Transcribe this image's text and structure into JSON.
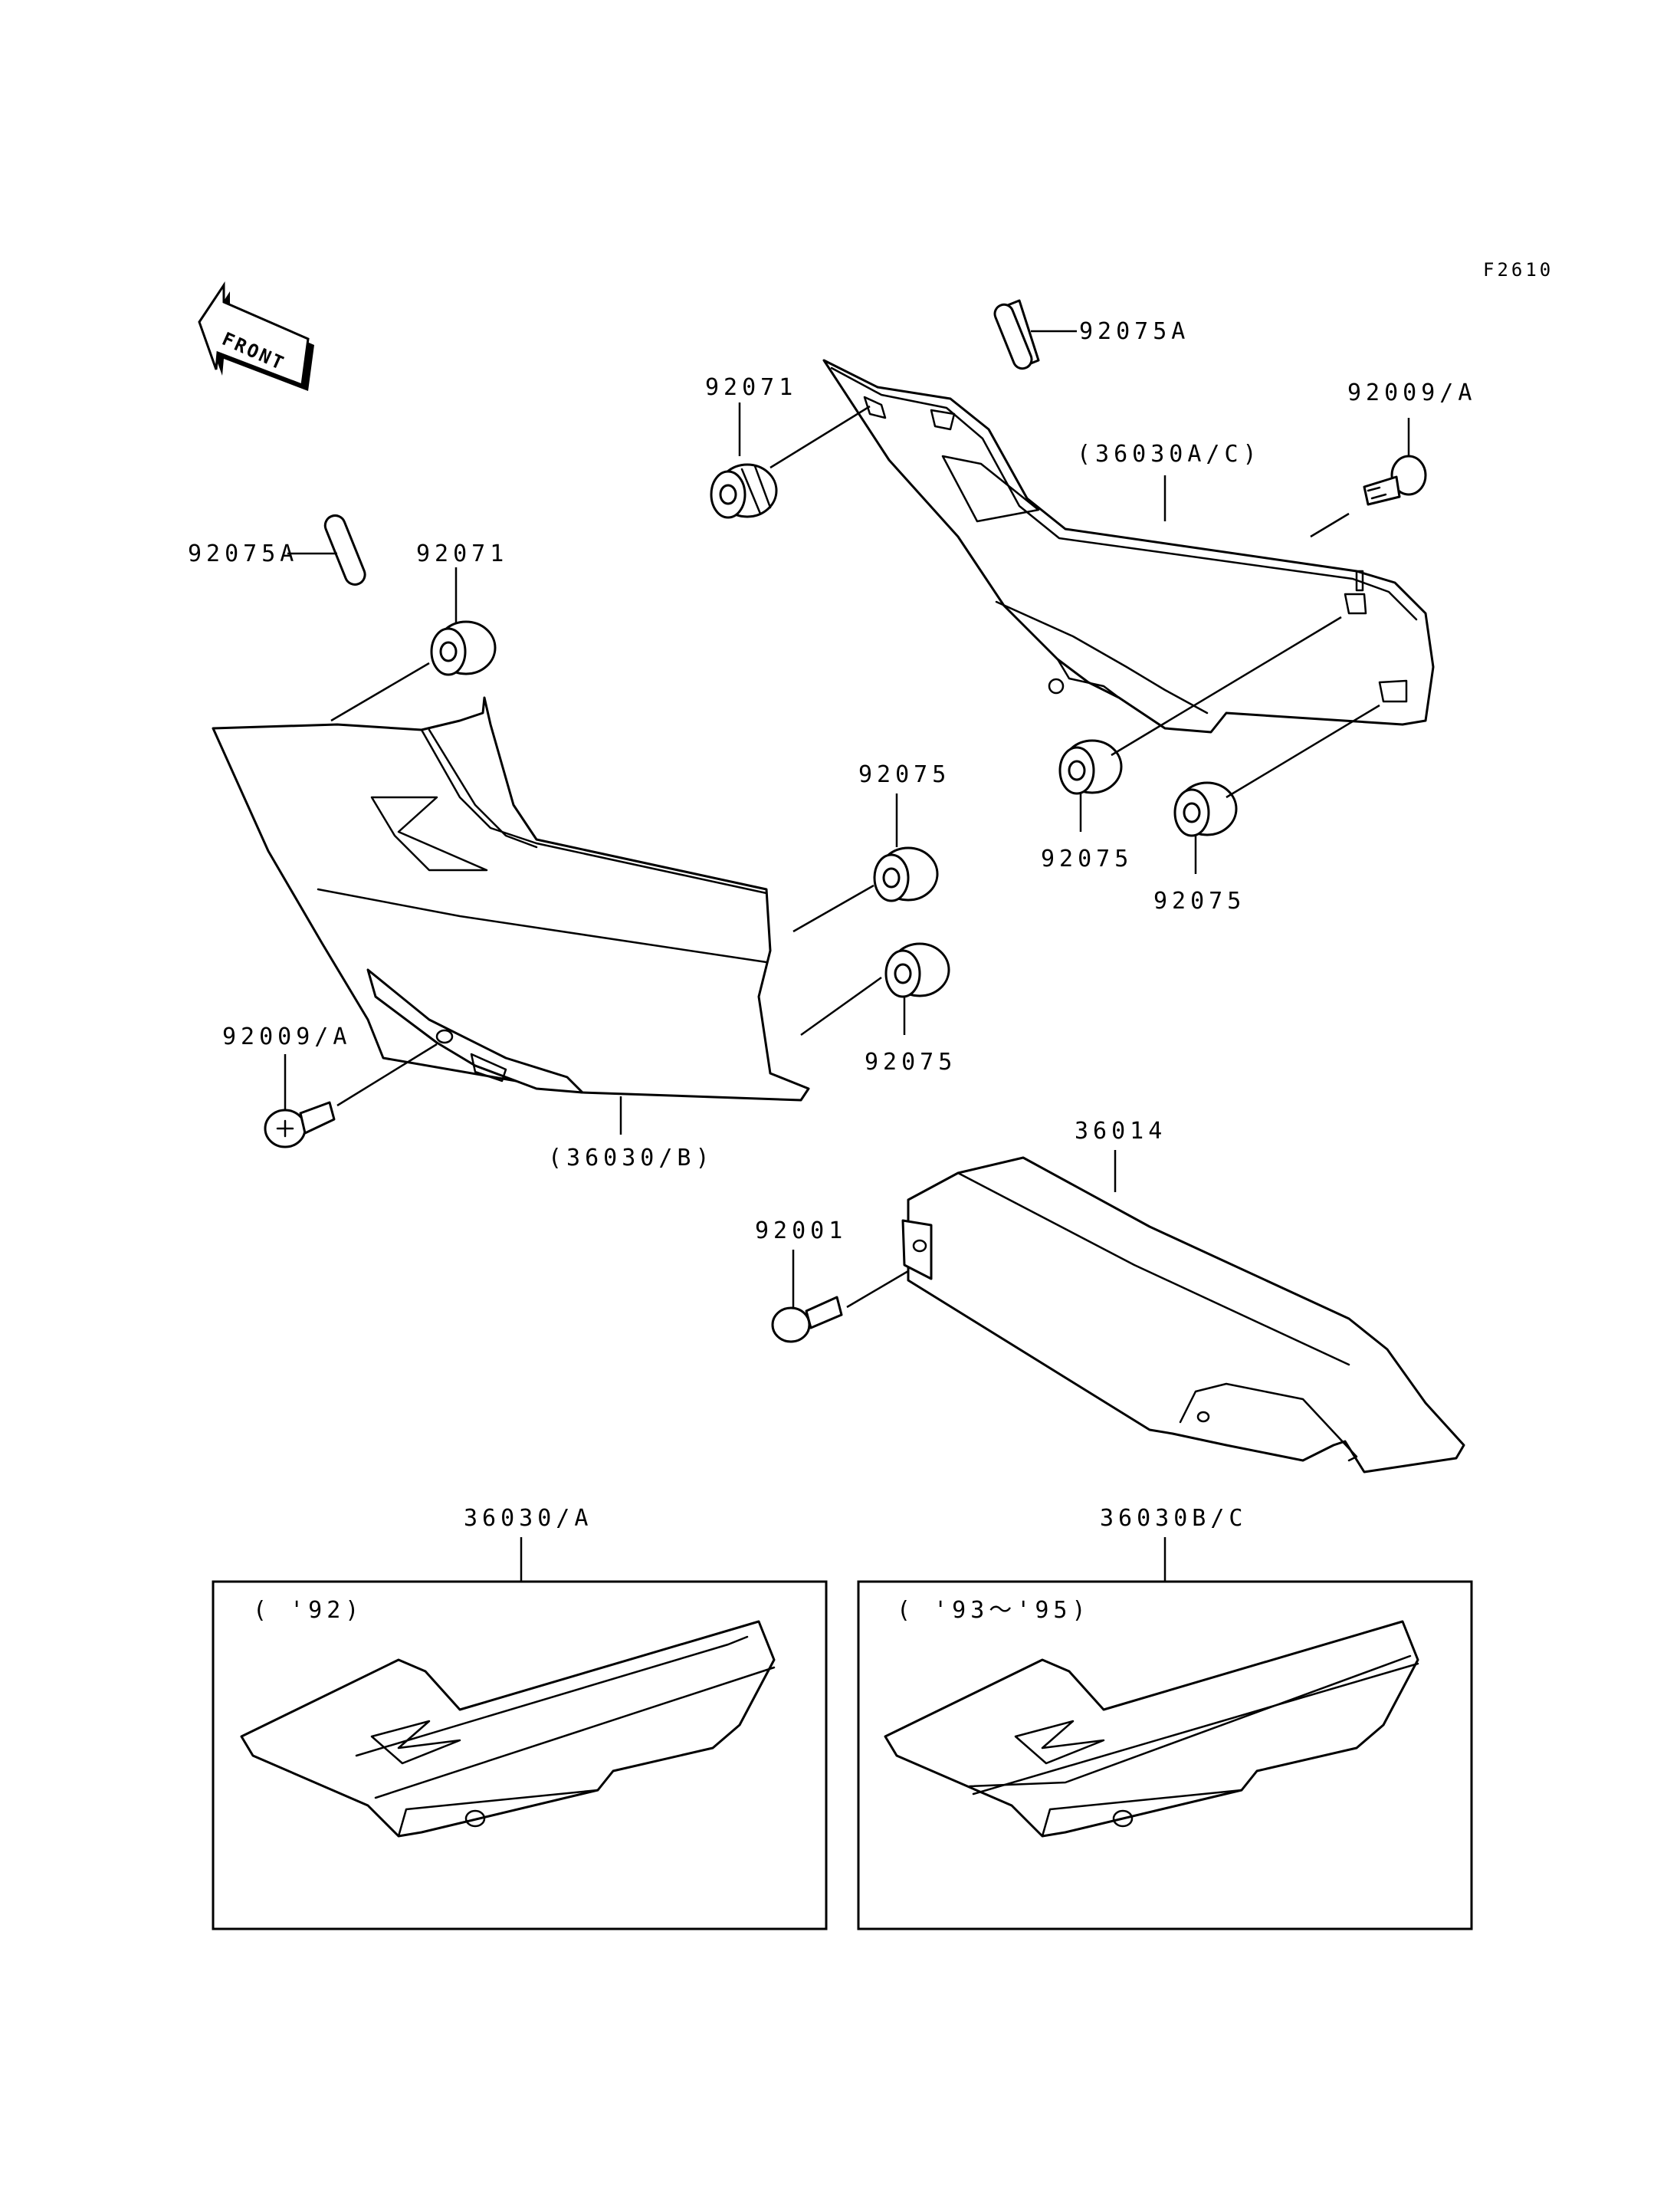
{
  "figure_code": "F2610",
  "front_arrow": {
    "text": "FRONT",
    "icon": "front-direction-arrow-icon"
  },
  "parts": {
    "p92075A_top": "92075A",
    "p92071_top": "92071",
    "p92009A_top": "92009/A",
    "p36030AC": "(36030A/C)",
    "p92075_r1": "92075",
    "p92075_r2": "92075",
    "p92075A_left": "92075A",
    "p92071_left": "92071",
    "p92075_l1": "92075",
    "p92075_l2": "92075",
    "p92009A_left": "92009/A",
    "p36030B": "(36030/B)",
    "p36014": "36014",
    "p92001": "92001"
  },
  "insets": [
    {
      "label": "36030/A",
      "years": "( '92)"
    },
    {
      "label": "36030B/C",
      "years": "( '93～'95)"
    }
  ]
}
